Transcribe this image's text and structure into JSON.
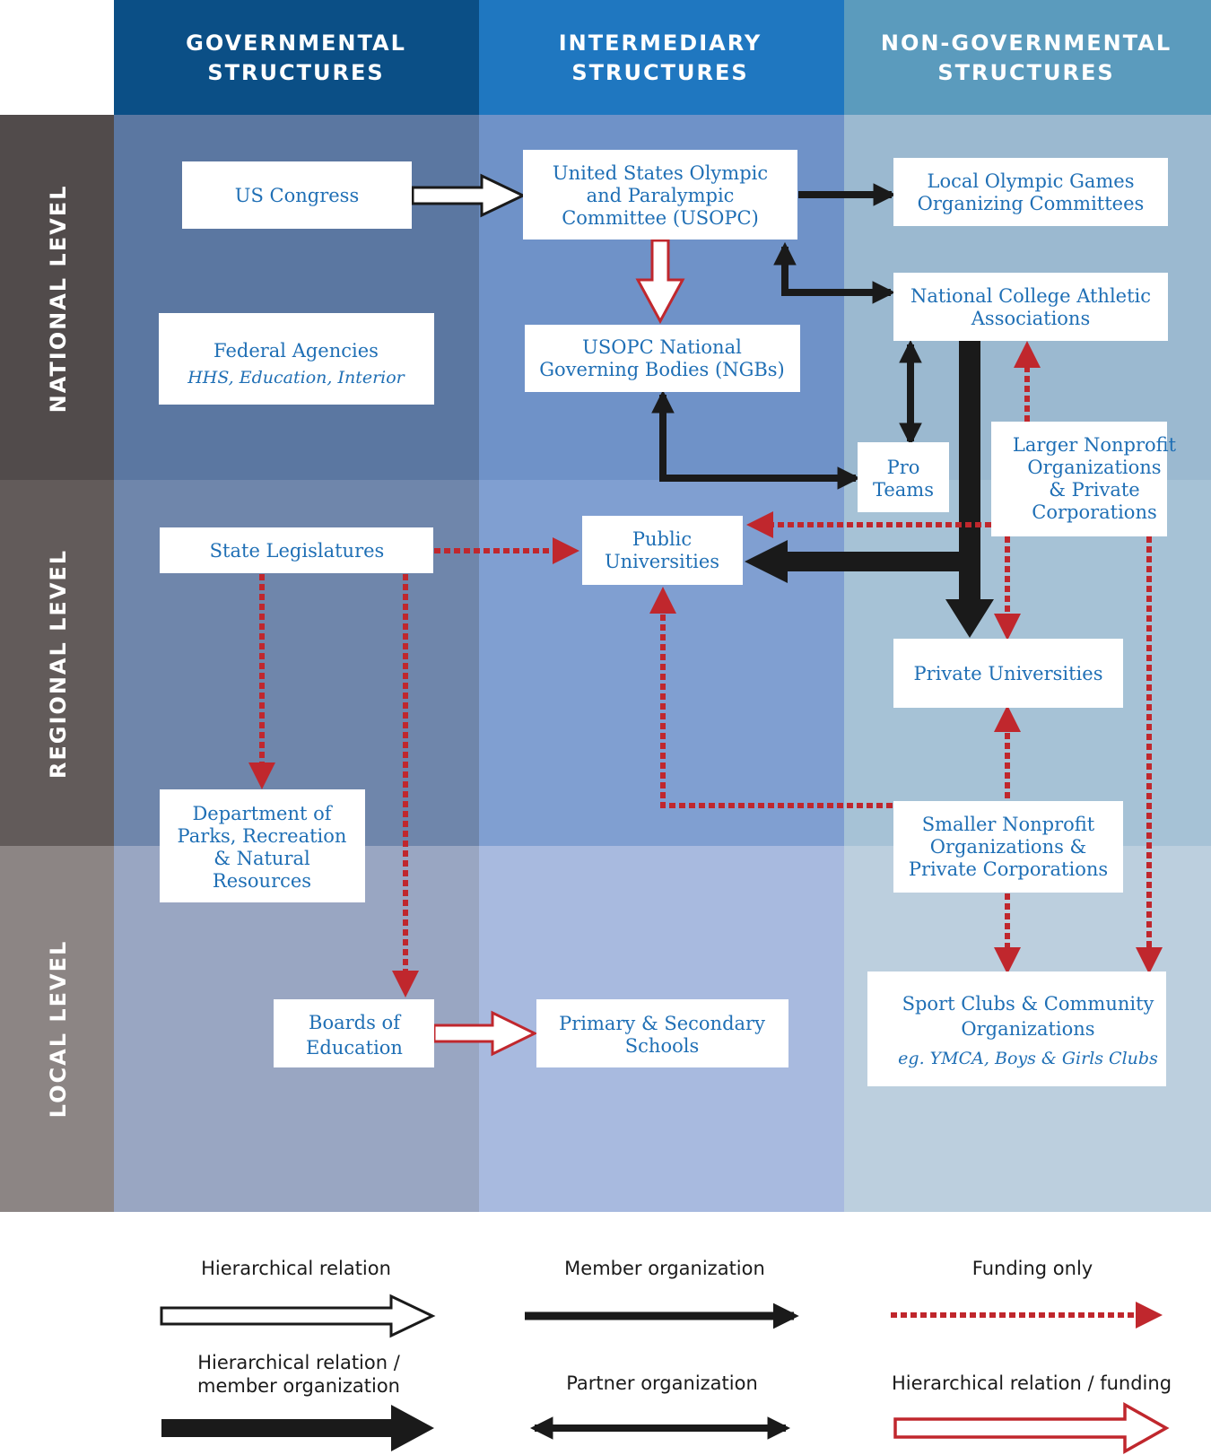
{
  "columns": {
    "gov": [
      "GOVERNMENTAL",
      "STRUCTURES"
    ],
    "inter": [
      "INTERMEDIARY",
      "STRUCTURES"
    ],
    "nongov": [
      "NON-GOVERNMENTAL",
      "STRUCTURES"
    ]
  },
  "rows": {
    "national": "NATIONAL LEVEL",
    "regional": "REGIONAL LEVEL",
    "local": "LOCAL LEVEL"
  },
  "nodes": {
    "us_congress": [
      "US Congress"
    ],
    "federal_agencies": [
      "Federal Agencies"
    ],
    "federal_agencies_sub": "HHS, Education, Interior",
    "usopc": [
      "United States Olympic",
      "and Paralympic",
      "Committee (USOPC)"
    ],
    "ngbs": [
      "USOPC National",
      "Governing Bodies (NGBs)"
    ],
    "local_olympic": [
      "Local Olympic Games",
      "Organizing Committees"
    ],
    "ncaa": [
      "National College Athletic",
      "Associations"
    ],
    "pro_teams": [
      "Pro",
      "Teams"
    ],
    "larger_nonprofit": [
      "Larger Nonprofit",
      "Organizations",
      "& Private",
      "Corporations"
    ],
    "state_legislatures": [
      "State Legislatures"
    ],
    "public_universities": [
      "Public",
      "Universities"
    ],
    "private_universities": [
      "Private Universities"
    ],
    "dept_parks": [
      "Department of",
      "Parks, Recreation",
      "& Natural",
      "Resources"
    ],
    "smaller_nonprofit": [
      "Smaller Nonprofit",
      "Organizations &",
      "Private Corporations"
    ],
    "boards_education": [
      "Boards of",
      "Education"
    ],
    "primary_secondary": [
      "Primary & Secondary",
      "Schools"
    ],
    "sport_clubs": [
      "Sport Clubs & Community",
      "Organizations"
    ],
    "sport_clubs_sub": "eg. YMCA, Boys & Girls Clubs"
  },
  "legend": {
    "hierarchical": [
      "Hierarchical relation"
    ],
    "member": [
      "Member organization"
    ],
    "funding": [
      "Funding only"
    ],
    "hier_member": [
      "Hierarchical relation /",
      "member organization"
    ],
    "partner": [
      "Partner organization"
    ],
    "hier_funding": [
      "Hierarchical relation / funding"
    ]
  },
  "colors": {
    "header_gov": "#0b4f86",
    "header_inter": "#1f77c0",
    "header_nongov": "#5b9bbd",
    "row_national": "#514b4b",
    "row_regional": "#625b5a",
    "row_local": "#8c8584",
    "node_text": "#1f6fb5",
    "red": "#c0272d",
    "black": "#1a1a1a"
  }
}
